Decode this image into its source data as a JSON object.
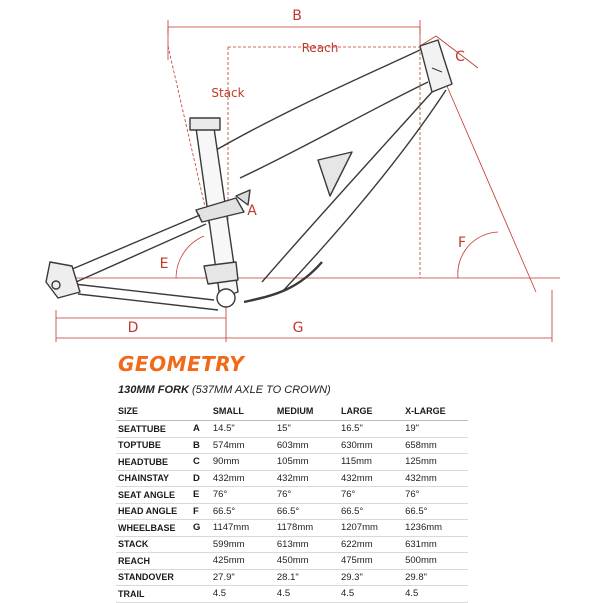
{
  "diagram": {
    "labels": {
      "a": "A",
      "b": "B",
      "c": "C",
      "d": "D",
      "e": "E",
      "f": "F",
      "g": "G",
      "reach": "Reach",
      "stack": "Stack"
    },
    "colors": {
      "dimension": "#c0392b",
      "frame": "#3a3a3a",
      "accent": "#f06a1a"
    }
  },
  "geometry": {
    "title": "GEOMETRY",
    "fork_bold": "130MM FORK",
    "fork_detail": "(537MM AXLE TO CROWN)",
    "headers": [
      "SIZE",
      "",
      "SMALL",
      "MEDIUM",
      "LARGE",
      "X-LARGE"
    ],
    "rows": [
      {
        "name": "SEATTUBE",
        "letter": "A",
        "values": [
          "14.5\"",
          "15\"",
          "16.5\"",
          "19\""
        ]
      },
      {
        "name": "TOPTUBE",
        "letter": "B",
        "values": [
          "574mm",
          "603mm",
          "630mm",
          "658mm"
        ]
      },
      {
        "name": "HEADTUBE",
        "letter": "C",
        "values": [
          "90mm",
          "105mm",
          "115mm",
          "125mm"
        ]
      },
      {
        "name": "CHAINSTAY",
        "letter": "D",
        "values": [
          "432mm",
          "432mm",
          "432mm",
          "432mm"
        ]
      },
      {
        "name": "SEAT ANGLE",
        "letter": "E",
        "values": [
          "76°",
          "76°",
          "76°",
          "76°"
        ]
      },
      {
        "name": "HEAD ANGLE",
        "letter": "F",
        "values": [
          "66.5°",
          "66.5°",
          "66.5°",
          "66.5°"
        ]
      },
      {
        "name": "WHEELBASE",
        "letter": "G",
        "values": [
          "1147mm",
          "1178mm",
          "1207mm",
          "1236mm"
        ]
      },
      {
        "name": "STACK",
        "letter": "",
        "values": [
          "599mm",
          "613mm",
          "622mm",
          "631mm"
        ]
      },
      {
        "name": "REACH",
        "letter": "",
        "values": [
          "425mm",
          "450mm",
          "475mm",
          "500mm"
        ]
      },
      {
        "name": "STANDOVER",
        "letter": "",
        "values": [
          "27.9\"",
          "28.1\"",
          "29.3\"",
          "29.8\""
        ]
      },
      {
        "name": "TRAIL",
        "letter": "",
        "values": [
          "4.5",
          "4.5",
          "4.5",
          "4.5"
        ]
      }
    ]
  }
}
